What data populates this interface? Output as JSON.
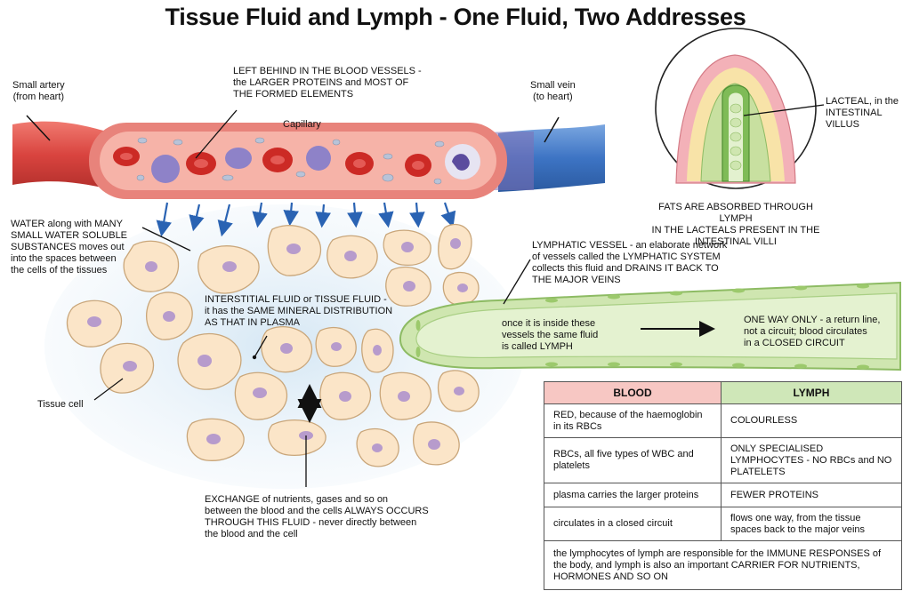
{
  "title": "Tissue Fluid and Lymph - One Fluid, Two Addresses",
  "labels": {
    "artery": [
      "Small artery",
      "(from heart)"
    ],
    "vein": [
      "Small vein",
      "(to heart)"
    ],
    "capillary": "Capillary",
    "left_behind": [
      "LEFT BEHIND IN THE BLOOD VESSELS -",
      "the LARGER PROTEINS and MOST OF",
      "THE FORMED ELEMENTS"
    ],
    "water": [
      "WATER along with MANY",
      "SMALL WATER SOLUBLE",
      "SUBSTANCES moves out",
      "into the spaces between",
      "the cells of the tissues"
    ],
    "interstitial": [
      "INTERSTITIAL FLUID or TISSUE FLUID -",
      "it has the SAME MINERAL DISTRIBUTION",
      "AS THAT IN PLASMA"
    ],
    "tissue_cell": "Tissue cell",
    "exchange": [
      "EXCHANGE of nutrients, gases and so on",
      "between the blood and the cells ALWAYS OCCURS",
      "THROUGH THIS FLUID - never directly between",
      "the blood and the cell"
    ],
    "lymphatic_vessel": [
      "LYMPHATIC VESSEL - an elaborate network",
      "of vessels called the LYMPHATIC SYSTEM",
      "collects this fluid and DRAINS IT BACK TO",
      "THE MAJOR VEINS"
    ],
    "inside_vessel": [
      "once it is inside these",
      "vessels the same fluid",
      "is called LYMPH"
    ],
    "one_way": [
      "ONE WAY ONLY - a return line,",
      "not a circuit; blood circulates",
      "in a CLOSED CIRCUIT"
    ],
    "lacteal": [
      "LACTEAL, in the",
      "INTESTINAL VILLUS"
    ],
    "fats": [
      "FATS ARE ABSORBED THROUGH LYMPH",
      "IN THE LACTEALS PRESENT IN THE",
      "INTESTINAL VILLI"
    ]
  },
  "table": {
    "headers": [
      "BLOOD",
      "LYMPH"
    ],
    "rows": [
      [
        "RED, because of the haemoglobin in its RBCs",
        "COLOURLESS"
      ],
      [
        "RBCs, all five types of WBC and platelets",
        "ONLY SPECIALISED LYMPHOCYTES - NO RBCs and NO PLATELETS"
      ],
      [
        "plasma carries the larger proteins",
        "FEWER PROTEINS"
      ],
      [
        "circulates in a closed circuit",
        "flows one way, from the tissue spaces back to the major veins"
      ]
    ],
    "footer": "the lymphocytes of lymph are responsible for the IMMUNE RESPONSES of the body, and lymph is also an important CARRIER FOR NUTRIENTS, HORMONES AND SO ON"
  },
  "colors": {
    "artery": "#d9443f",
    "vein": "#3d74c4",
    "capillary": "#e8837b",
    "plasma": "#f6b3a8",
    "rbc": "#cc2a25",
    "wbc": "#8e82c8",
    "tissue_cell": "#fbe5c8",
    "nucleus": "#b79bcc",
    "fluid": "#dbeaf5",
    "lymph_vessel": "#cfe6b0",
    "flow_arrow": "#2a63b3",
    "blood_header": "#f7c7c3",
    "lymph_header": "#cfe7b8"
  }
}
